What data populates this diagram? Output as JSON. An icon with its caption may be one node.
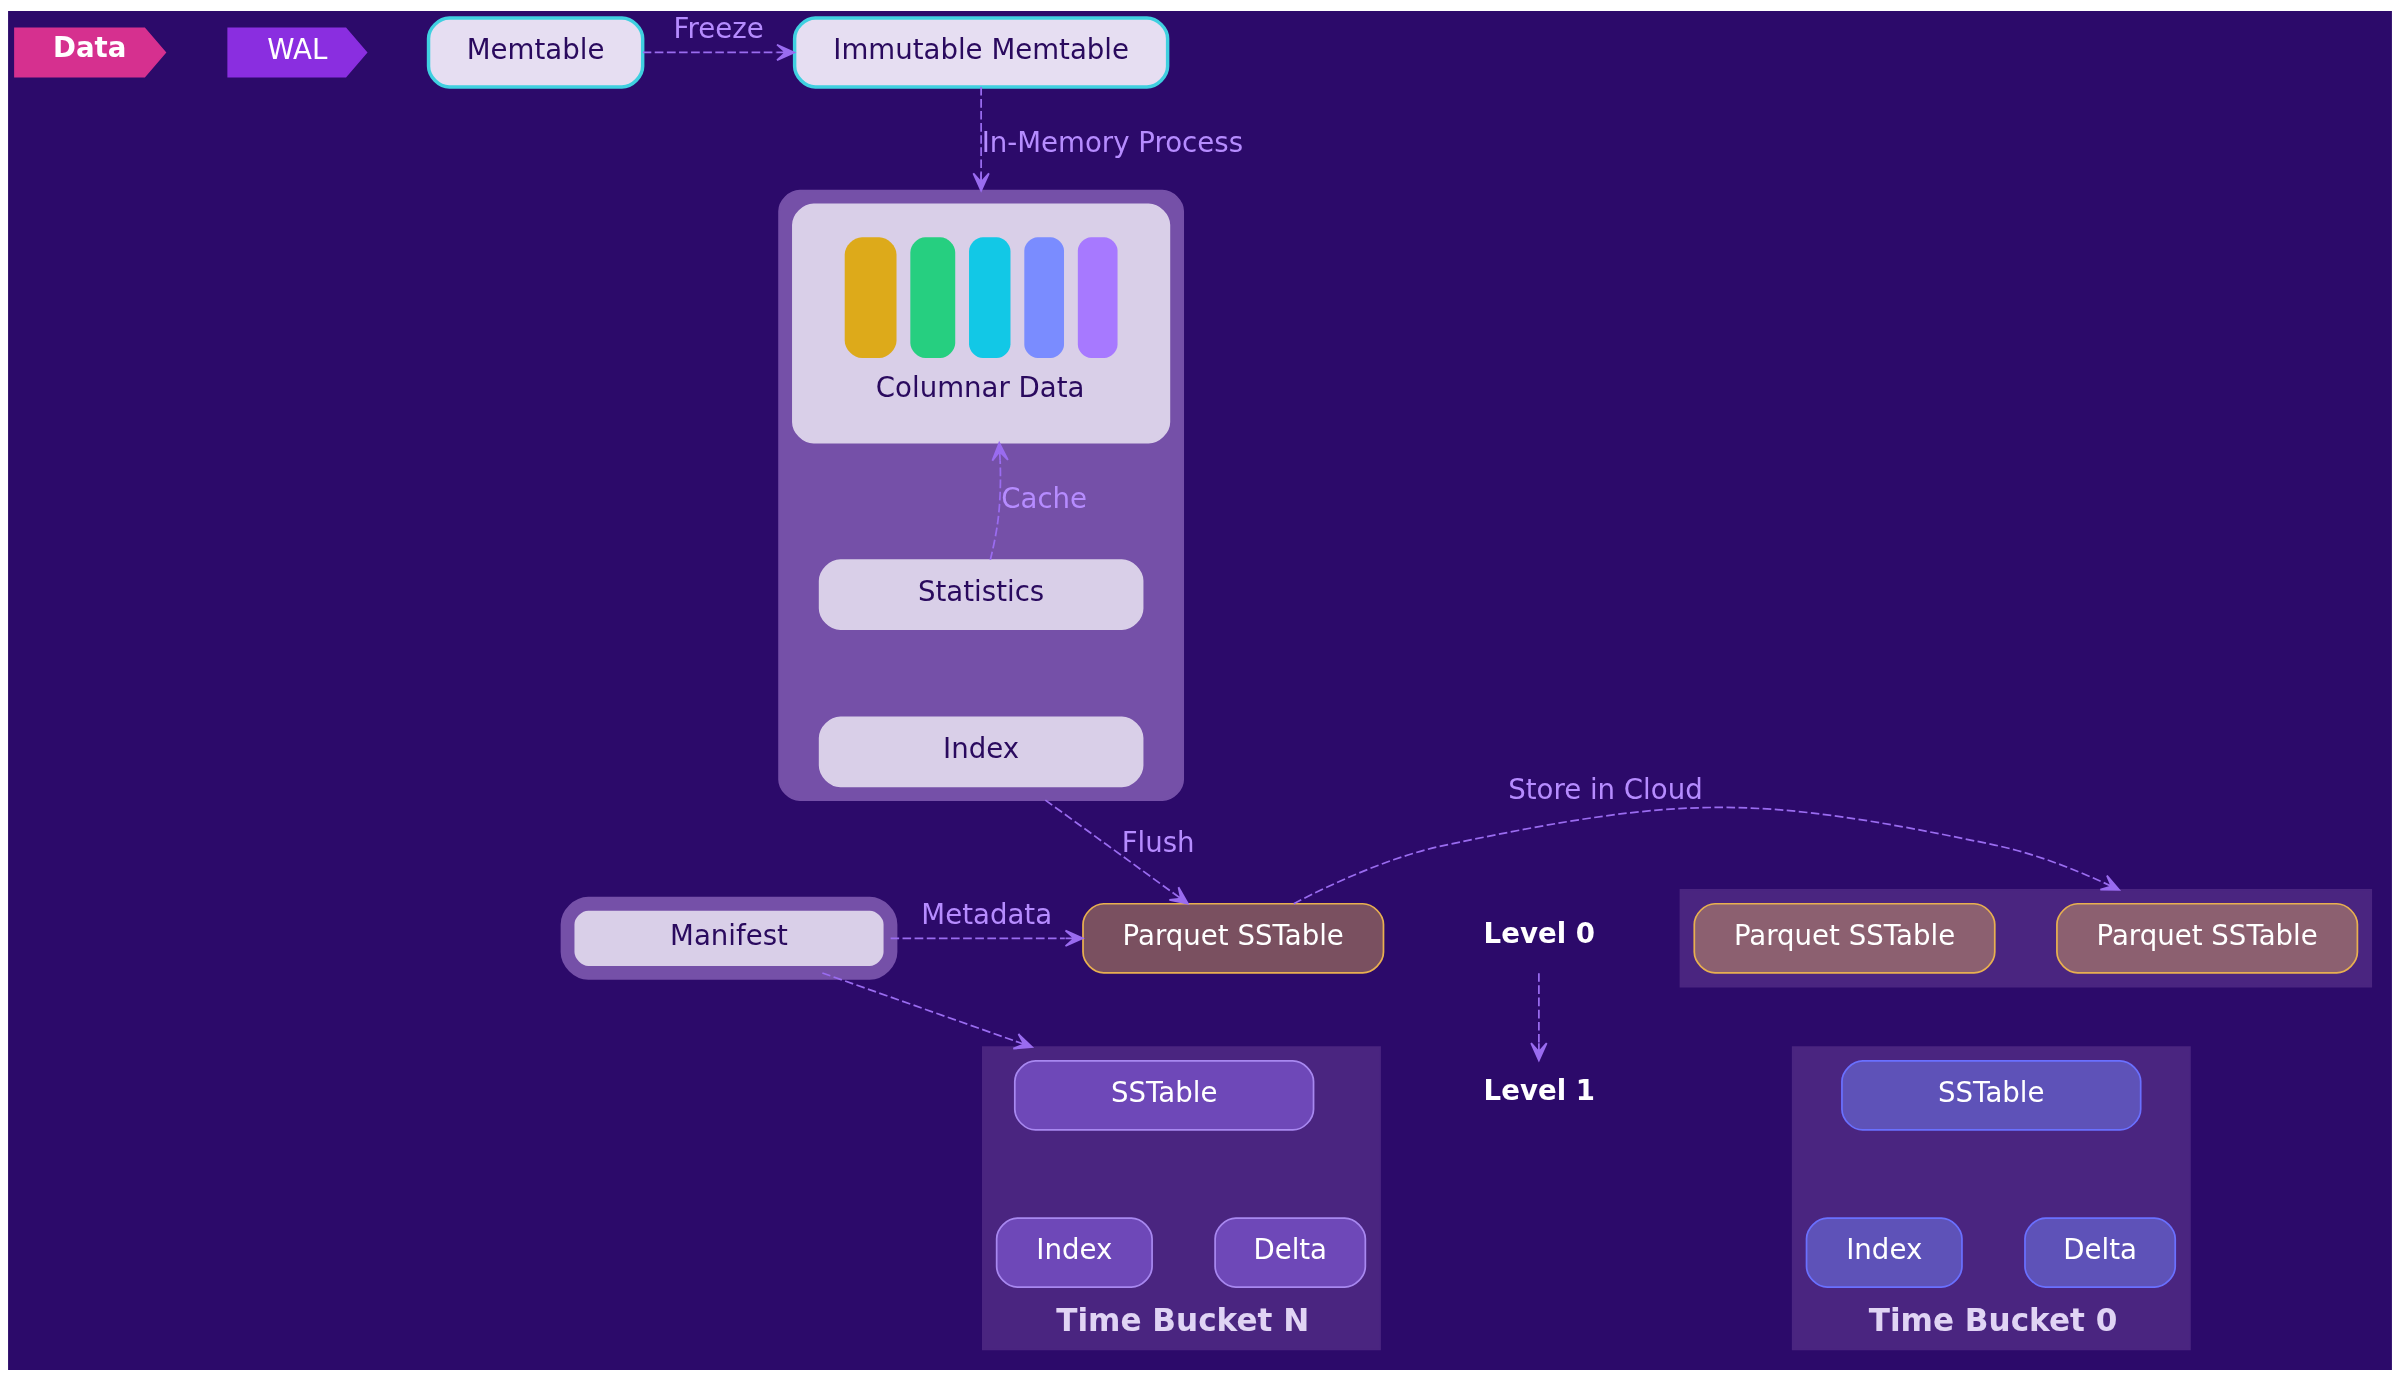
{
  "diagram": {
    "nodes": [
      {
        "text": [
          "Data"
        ]
      },
      {
        "text": [
          "WAL"
        ]
      },
      {
        "text": [
          "Memtable"
        ]
      },
      {
        "text": [
          "Immutable Memtable"
        ]
      },
      {
        "text": [],
        "shape": "box"
      },
      {
        "text": [
          "Columnar Data"
        ],
        "in": 4
      },
      {
        "text": [
          "Statistics"
        ],
        "in": 4
      },
      {
        "text": [
          "Index"
        ],
        "in": 4
      },
      {
        "text": [
          "Manifest"
        ]
      },
      {
        "text": [
          "Level 0"
        ]
      },
      {
        "text": [
          "Level 1"
        ]
      },
      {
        "text": [],
        "shape": "band"
      },
      {
        "text": [
          "Parquet SSTable"
        ],
        "in": 11
      },
      {
        "text": [
          "Parquet SSTable"
        ],
        "in": 11
      },
      {
        "text": [
          "Parquet SSTable"
        ]
      },
      {
        "text": [
          "Time Bucket 0"
        ]
      },
      {
        "text": [
          "SSTable"
        ],
        "in": 15
      },
      {
        "text": [
          "Index"
        ],
        "in": 15
      },
      {
        "text": [
          "Delta"
        ],
        "in": 15
      },
      {
        "text": [
          "Time Bucket N"
        ]
      },
      {
        "text": [
          "SSTable"
        ],
        "in": 19
      },
      {
        "text": [
          "Index"
        ],
        "in": 19
      },
      {
        "text": [
          "Delta"
        ],
        "in": 19
      }
    ],
    "edges": [
      {
        "from": 2,
        "to": 3,
        "arrow": "to",
        "label": "Freeze",
        "style": "dashed"
      },
      {
        "from": 3,
        "to": 4,
        "arrow": "to",
        "label": "In-Memory Process",
        "style": "dashed"
      },
      {
        "from": 6,
        "to": 5,
        "arrow": "to",
        "label": "Cache",
        "style": "dashed"
      },
      {
        "from": 4,
        "to": 14,
        "arrow": "to",
        "label": "Flush",
        "style": "dashed"
      },
      {
        "from": 14,
        "to": 11,
        "arrow": "to",
        "label": "Store in Cloud",
        "style": "dashed"
      },
      {
        "from": 8,
        "to": 14,
        "arrow": "to",
        "label": "Metadata",
        "style": "dashed"
      },
      {
        "from": 8,
        "to": 19,
        "arrow": "to",
        "style": "dashed"
      },
      {
        "from": 9,
        "to": 10,
        "arrow": "to",
        "style": "dashed"
      }
    ]
  }
}
